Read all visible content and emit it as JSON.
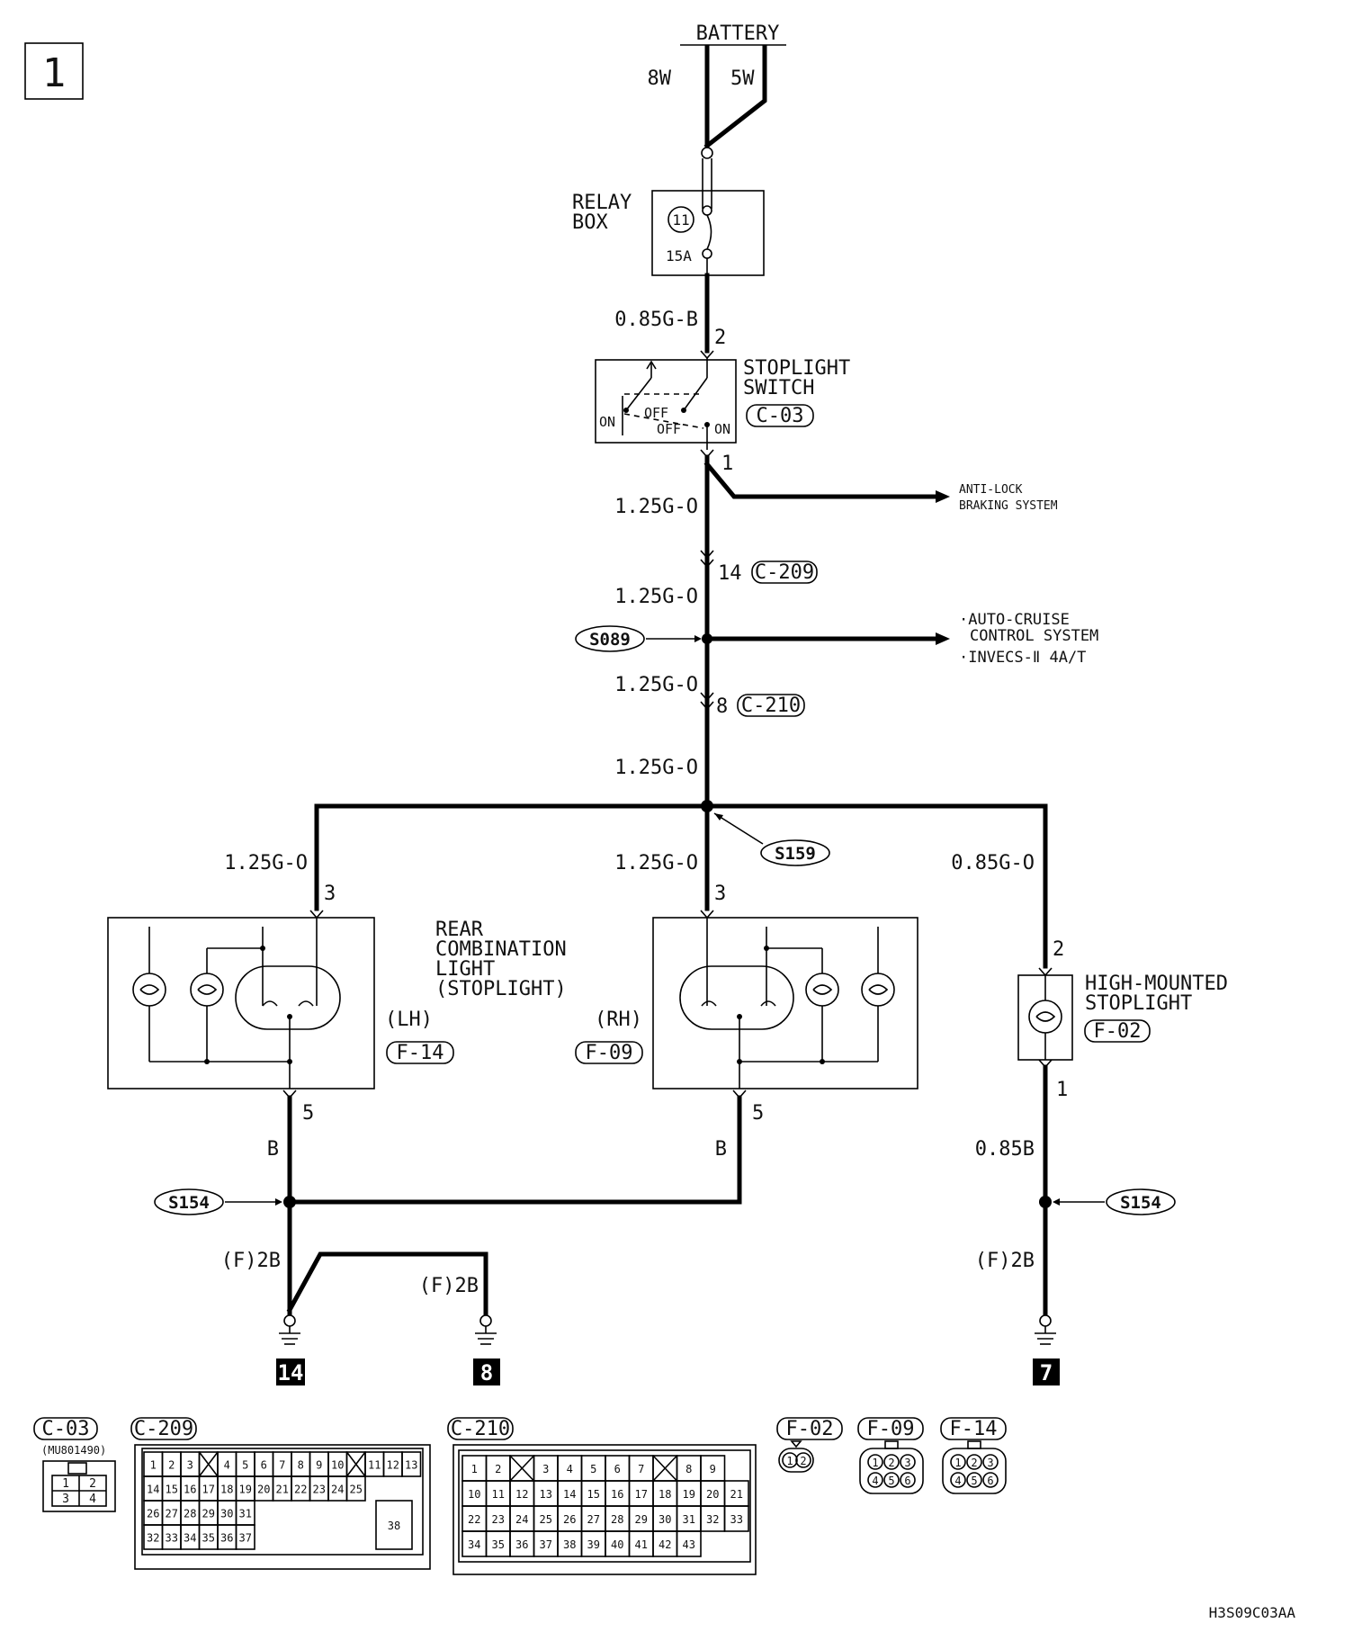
{
  "page_number": "1",
  "battery": {
    "label": "BATTERY",
    "wire_a": "8W",
    "wire_b": "5W"
  },
  "relay_box": {
    "label_line1": "RELAY",
    "label_line2": "BOX",
    "fuse_no": "11",
    "fuse_rating": "15A"
  },
  "wires": {
    "relay_to_switch": "0.85G-B",
    "switch_out": "1.25G-O",
    "c209_out": "1.25G-O",
    "s089_out": "1.25G-O",
    "c210_out": "1.25G-O",
    "left_branch": "1.25G-O",
    "mid_branch": "1.25G-O",
    "right_branch": "0.85G-O",
    "lh_ground": "B",
    "rh_ground": "B",
    "hm_ground": "0.85B",
    "ground_lh": "(F)2B",
    "ground_mid": "(F)2B",
    "ground_right": "(F)2B"
  },
  "stoplight_switch": {
    "label_line1": "STOPLIGHT",
    "label_line2": "SWITCH",
    "connector": "C-03",
    "pin_in": "2",
    "pin_out": "1",
    "on_left": "ON",
    "on_right": "ON",
    "off_1": "OFF",
    "off_2": "OFF"
  },
  "outputs": {
    "abs_line1": "ANTI-LOCK",
    "abs_line2": "BRAKING SYSTEM",
    "cruise_line1": "·AUTO-CRUISE",
    "cruise_line2": "CONTROL SYSTEM",
    "cruise_line3": "·INVECS-Ⅱ 4A/T"
  },
  "connectors_inline": {
    "c209_pin": "14",
    "c209": "C-209",
    "c210_pin": "8",
    "c210": "C-210"
  },
  "splices": {
    "s089": "S089",
    "s159": "S159",
    "s154_left": "S154",
    "s154_right": "S154"
  },
  "rear_combination": {
    "label_line1": "REAR",
    "label_line2": "COMBINATION",
    "label_line3": "LIGHT",
    "label_line4": "(STOPLIGHT)",
    "lh": "(LH)",
    "rh": "(RH)",
    "lh_connector": "F-14",
    "rh_connector": "F-09",
    "pin_in": "3",
    "pin_out": "5"
  },
  "high_mounted": {
    "label_line1": "HIGH-MOUNTED",
    "label_line2": "STOPLIGHT",
    "connector": "F-02",
    "pin_in": "2",
    "pin_out": "1"
  },
  "grounds": {
    "g1": "14",
    "g2": "8",
    "g3": "7"
  },
  "connector_views": {
    "c03": {
      "title": "C-03",
      "part_no": "(MU801490)",
      "pins": [
        "1",
        "2",
        "3",
        "4"
      ]
    },
    "c209": {
      "title": "C-209",
      "row1": [
        "1",
        "2",
        "3",
        "",
        "4",
        "5",
        "6",
        "7",
        "8",
        "9",
        "10",
        "",
        "11",
        "12",
        "13"
      ],
      "row2": [
        "14",
        "15",
        "16",
        "17",
        "18",
        "19",
        "20",
        "21",
        "22",
        "23",
        "24",
        "25"
      ],
      "row3": [
        "26",
        "27",
        "28",
        "29",
        "30",
        "31"
      ],
      "row4": [
        "32",
        "33",
        "34",
        "35",
        "36",
        "37"
      ],
      "big": "38"
    },
    "c210": {
      "title": "C-210",
      "row1": [
        "1",
        "2",
        "",
        "3",
        "4",
        "5",
        "6",
        "7",
        "",
        "8",
        "9"
      ],
      "row2": [
        "10",
        "11",
        "12",
        "13",
        "14",
        "15",
        "16",
        "17",
        "18",
        "19",
        "20",
        "21"
      ],
      "row3": [
        "22",
        "23",
        "24",
        "25",
        "26",
        "27",
        "28",
        "29",
        "30",
        "31",
        "32",
        "33"
      ],
      "row4": [
        "34",
        "35",
        "36",
        "37",
        "38",
        "39",
        "40",
        "41",
        "42",
        "43"
      ]
    },
    "f02": {
      "title": "F-02",
      "pins": [
        "1",
        "2"
      ]
    },
    "f09": {
      "title": "F-09",
      "pins": [
        "1",
        "2",
        "3",
        "4",
        "5",
        "6"
      ]
    },
    "f14": {
      "title": "F-14",
      "pins": [
        "1",
        "2",
        "3",
        "4",
        "5",
        "6"
      ]
    }
  },
  "figure_code": "H3S09C03AA"
}
